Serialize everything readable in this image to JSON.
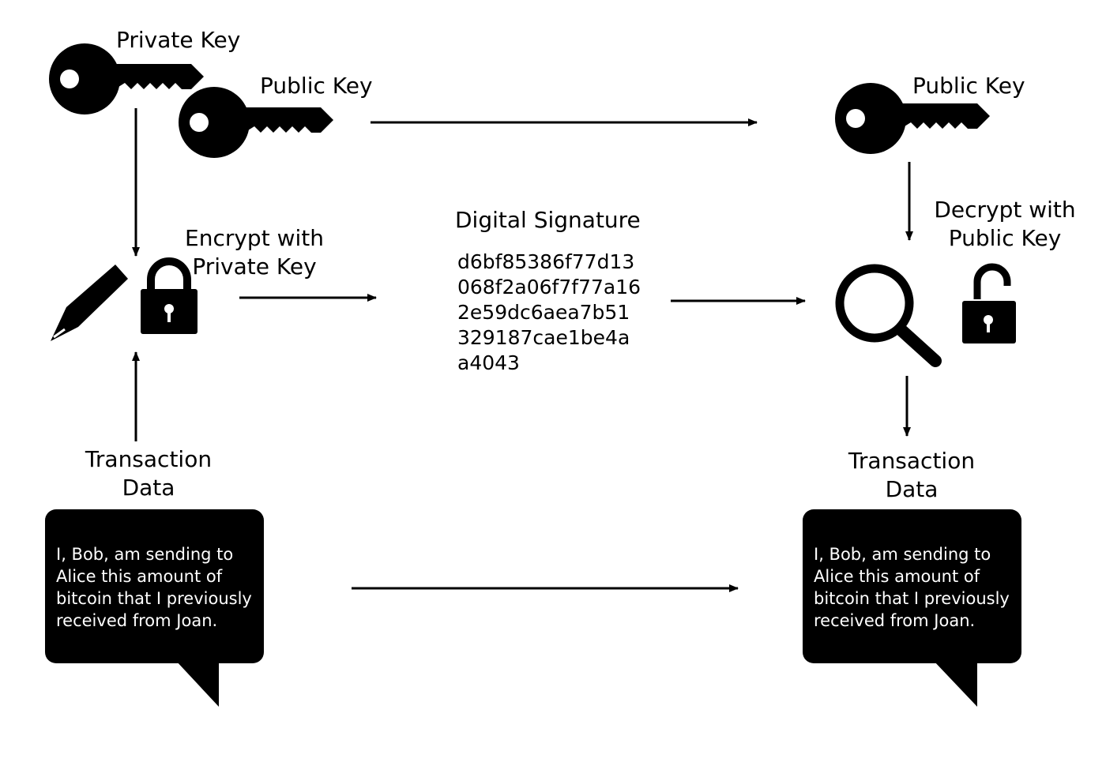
{
  "left": {
    "private_key_label": "Private Key",
    "public_key_label": "Public Key",
    "encrypt_label_line1": "Encrypt with",
    "encrypt_label_line2": "Private Key",
    "transaction_label_line1": "Transaction",
    "transaction_label_line2": "Data",
    "message_lines": [
      "I, Bob, am sending to",
      "Alice this amount of",
      "bitcoin that I previously",
      "received from Joan."
    ]
  },
  "center": {
    "signature_title": "Digital Signature",
    "signature_lines": [
      "d6bf85386f77d13",
      "068f2a06f7f77a16",
      "2e59dc6aea7b51",
      "329187cae1be4a",
      "a4043"
    ]
  },
  "right": {
    "public_key_label": "Public Key",
    "decrypt_label_line1": "Decrypt with",
    "decrypt_label_line2": "Public Key",
    "transaction_label_line1": "Transaction",
    "transaction_label_line2": "Data",
    "message_lines": [
      "I, Bob, am sending to",
      "Alice this amount of",
      "bitcoin that I previously",
      "received from Joan."
    ]
  },
  "icons": [
    "key-icon",
    "pencil-icon",
    "locked-padlock-icon",
    "magnifier-icon",
    "unlocked-padlock-icon",
    "speech-bubble-icon"
  ],
  "colors": {
    "ink": "#000000",
    "background": "#ffffff",
    "bubble_text": "#ffffff"
  }
}
